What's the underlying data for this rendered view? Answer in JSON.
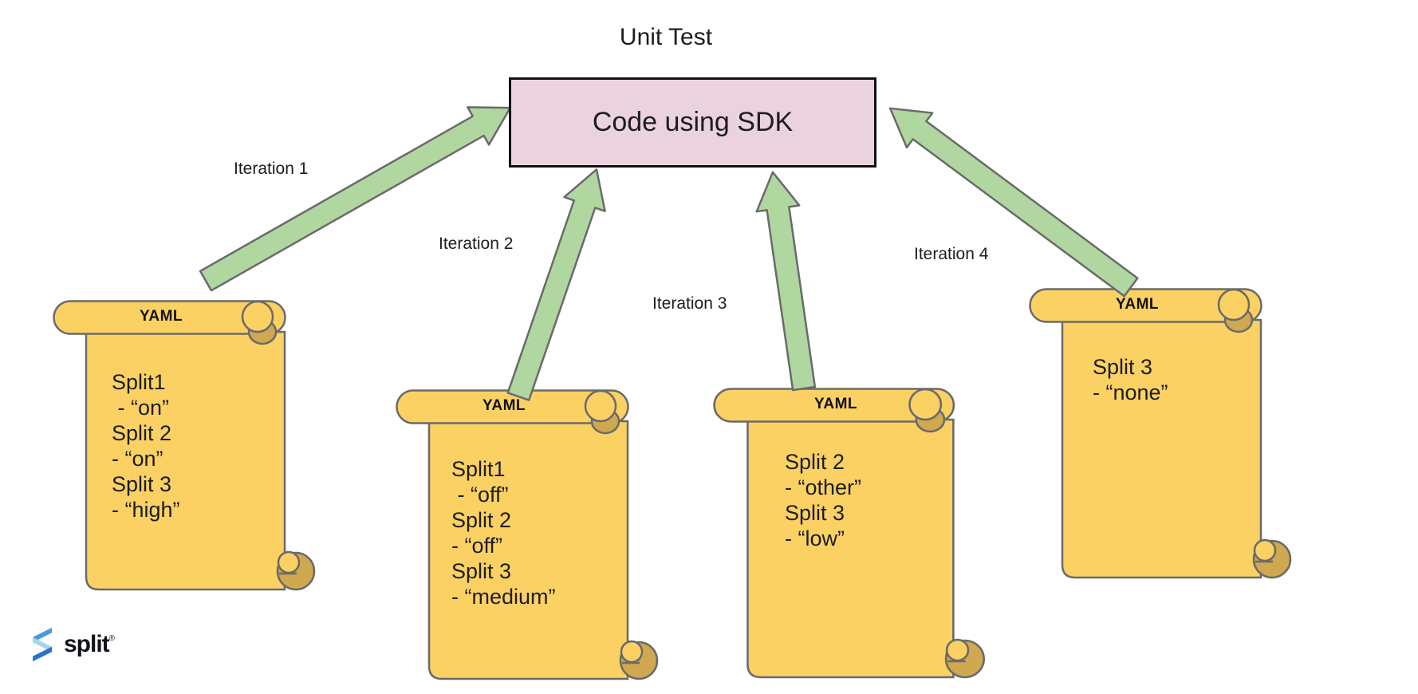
{
  "title": "Unit Test",
  "box": {
    "label": "Code using SDK"
  },
  "iterations": [
    "Iteration 1",
    "Iteration 2",
    "Iteration 3",
    "Iteration 4"
  ],
  "scrolls": [
    {
      "header": "YAML",
      "lines": [
        "Split1",
        " - “on”",
        "Split 2",
        "- “on”",
        "Split 3",
        "- “high”"
      ]
    },
    {
      "header": "YAML",
      "lines": [
        "Split1",
        " - “off”",
        "Split 2",
        "- “off”",
        "Split 3",
        "- “medium”"
      ]
    },
    {
      "header": "YAML",
      "lines": [
        "Split 2",
        "- “other”",
        "Split 3",
        "- “low”"
      ]
    },
    {
      "header": "YAML",
      "lines": [
        "Split 3",
        "- “none”"
      ]
    }
  ],
  "logo": {
    "text": "split",
    "mark": "®"
  },
  "colors": {
    "scroll_fill": "#FBD164",
    "scroll_fold": "#CFA850",
    "outline": "#6A6A6A",
    "arrow_fill": "#B1D7A1",
    "box_fill": "#EAD3DE",
    "box_border": "#111111",
    "text": "#1D1D1D",
    "logo_blue_1": "#4A9BDE",
    "logo_blue_2": "#A9D2F0",
    "logo_blue_3": "#2C72C8"
  }
}
